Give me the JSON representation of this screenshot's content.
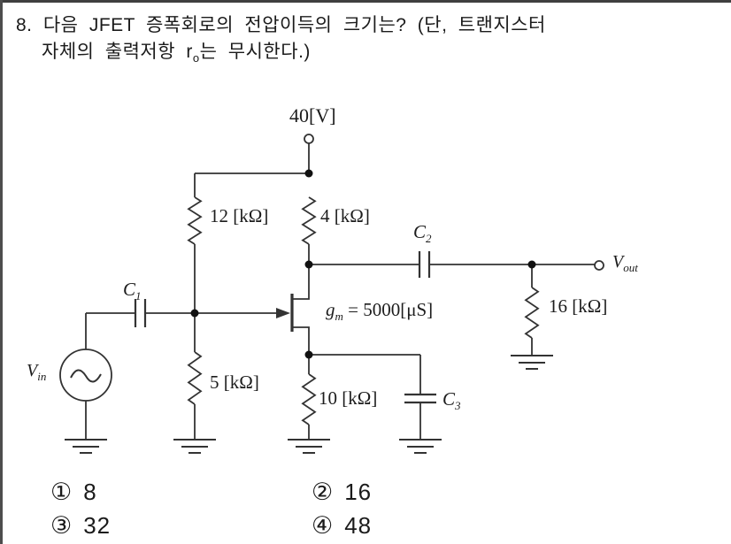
{
  "question": {
    "number": "8.",
    "line1": "다음 JFET 증폭회로의 전압이득의 크기는? (단, 트랜지스터",
    "line2_pre": "자체의 출력저항 r",
    "line2_sub": "o",
    "line2_post": "는 무시한다.)"
  },
  "circuit": {
    "supply_label": "40[V]",
    "resistors": {
      "r_12k": "12 [kΩ]",
      "r_4k": "4 [kΩ]",
      "r_5k": "5 [kΩ]",
      "r_10k": "10 [kΩ]",
      "r_16k": "16 [kΩ]"
    },
    "capacitors": {
      "c1": {
        "main": "C",
        "sub": "1"
      },
      "c2": {
        "main": "C",
        "sub": "2"
      },
      "c3": {
        "main": "C",
        "sub": "3"
      }
    },
    "gm": {
      "main": "g",
      "sub": "m",
      "value": " = 5000[μS]"
    },
    "vin": {
      "main": "V",
      "sub": "in"
    },
    "vout": {
      "main": "V",
      "sub": "out"
    },
    "colors": {
      "wire": "#333333",
      "text": "#1c1c1c"
    }
  },
  "options": [
    {
      "num": "①",
      "value": "8"
    },
    {
      "num": "②",
      "value": "16"
    },
    {
      "num": "③",
      "value": "32"
    },
    {
      "num": "④",
      "value": "48"
    }
  ]
}
